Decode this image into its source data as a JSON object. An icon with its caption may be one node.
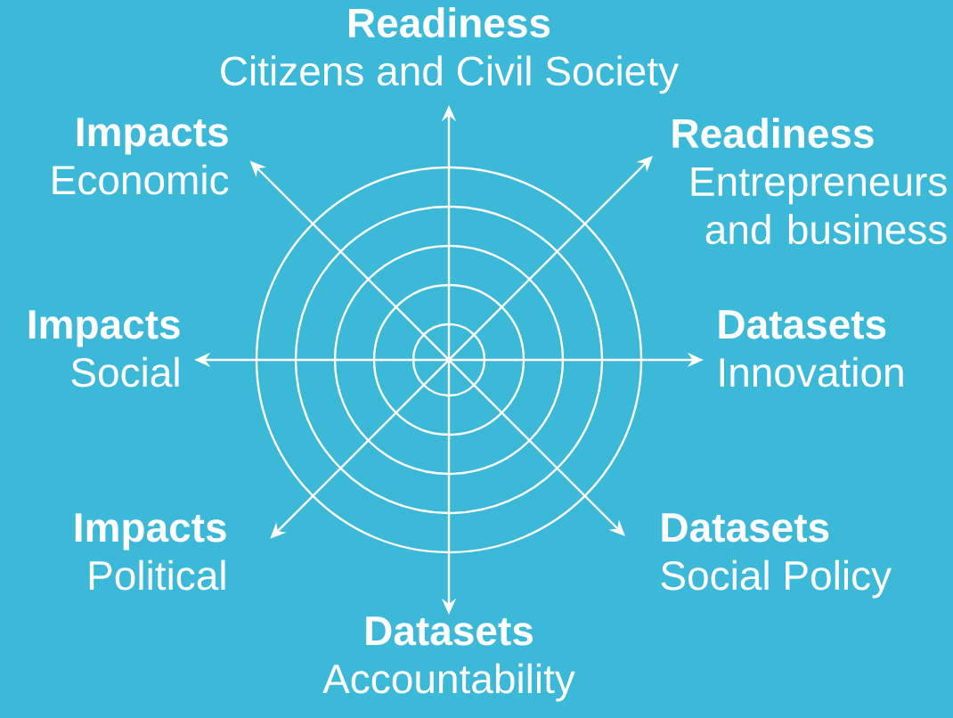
{
  "diagram": {
    "nodes": [
      {
        "text": [
          "Readiness",
          "Citizens and Civil Society"
        ]
      },
      {
        "text": [
          "Impacts",
          "Economic"
        ]
      },
      {
        "text": [
          "Readiness",
          "Entrepreneurs and business"
        ]
      },
      {
        "text": [
          "Impacts",
          "Social"
        ]
      },
      {
        "text": [
          "Datasets",
          "Innovation"
        ]
      },
      {
        "text": [
          "Impacts",
          "Political"
        ]
      },
      {
        "text": [
          "Datasets",
          "Social Policy"
        ]
      },
      {
        "text": [
          "Datasets",
          "Accountability"
        ]
      }
    ],
    "edges": [
      {
        "from": 7,
        "to": 0,
        "arrow": "both"
      },
      {
        "from": 3,
        "to": 4,
        "arrow": "both"
      },
      {
        "from": 1,
        "to": 6,
        "arrow": "both"
      },
      {
        "from": 5,
        "to": 2,
        "arrow": "both"
      }
    ]
  }
}
